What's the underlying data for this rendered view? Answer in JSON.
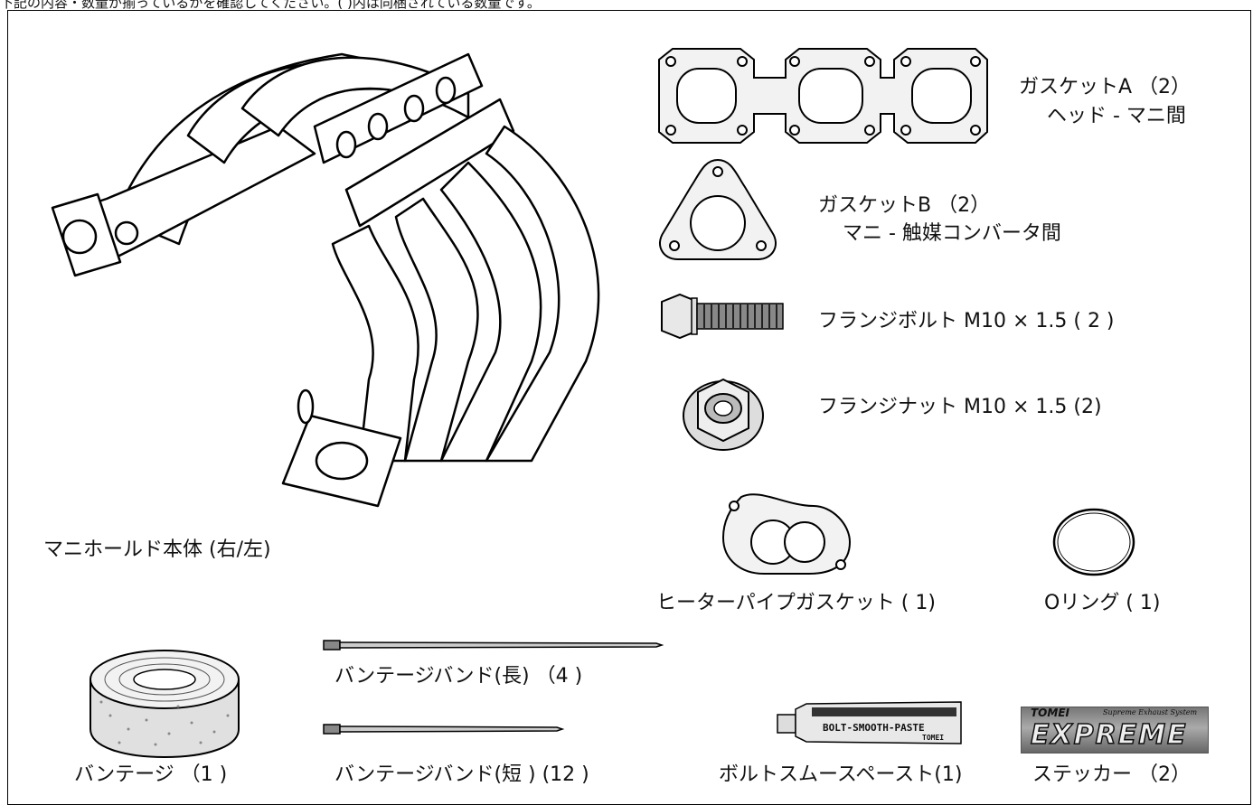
{
  "notice": "下記の内容・数量が揃っているかを確認してください。( )内は同梱されている数量です。",
  "parts": {
    "manifold": "マニホールド本体 (右/左)",
    "gasket_a_name": "ガスケットA （2）",
    "gasket_a_desc": "ヘッド - マニ間",
    "gasket_b_name": "ガスケットB （2）",
    "gasket_b_desc": "マニ - 触媒コンバータ間",
    "flange_bolt": "フランジボルト M10 × 1.5 ( 2 )",
    "flange_nut": "フランジナット M10 × 1.5 (2)",
    "heater_gasket": "ヒーターパイプガスケット ( 1)",
    "o_ring": "Oリング ( 1)",
    "band_long": "バンテージバンド(長) （4 )",
    "band_short": "バンテージバンド(短 ) (12 )",
    "bandage": "バンテージ （1 )",
    "paste": "ボルトスムースペースト(1)",
    "sticker": "ステッカー （2）"
  },
  "sticker_art": {
    "brand": "TOMEI",
    "tagline": "Supreme Exhaust System",
    "logo": "EXPREME"
  },
  "paste_art": {
    "name": "BOLT-SMOOTH-PASTE",
    "brand": "TOMEI"
  }
}
